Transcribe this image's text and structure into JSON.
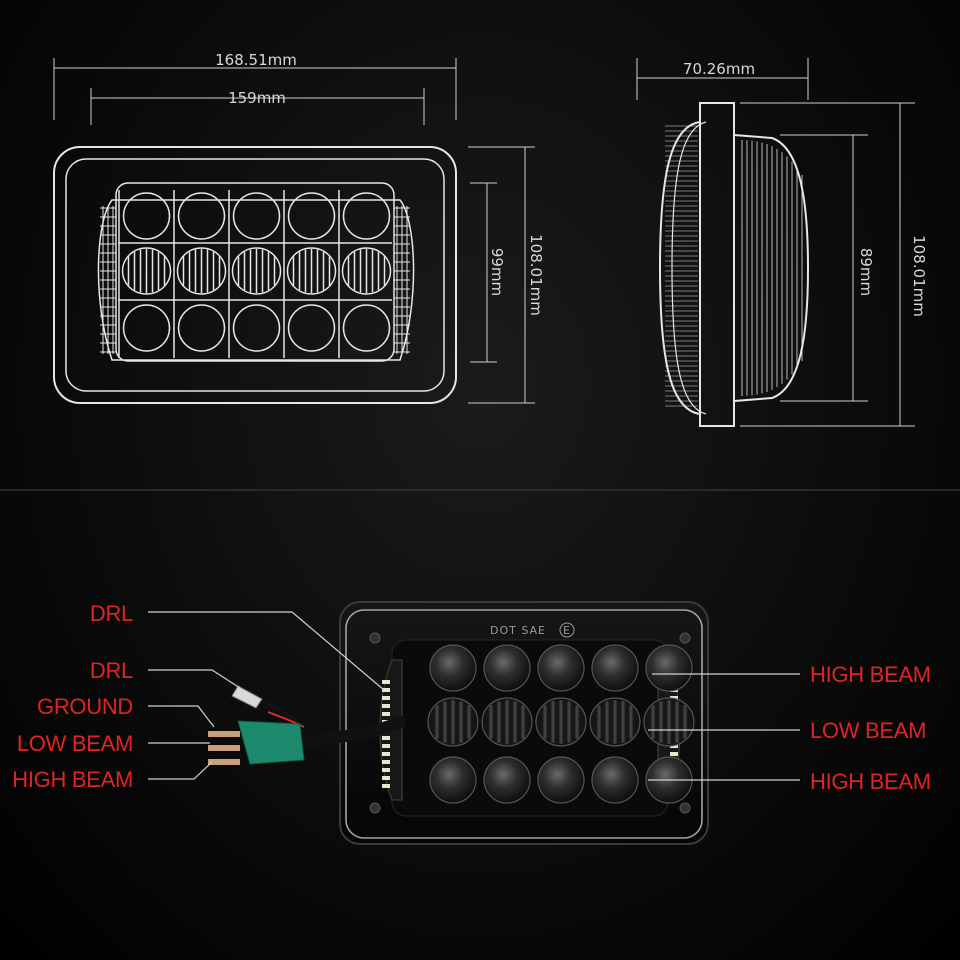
{
  "dimensions": {
    "front_outer_width": "168.51mm",
    "front_inner_width": "159mm",
    "front_outer_height": "108.01mm",
    "front_inner_height": "99mm",
    "side_depth": "70.26mm",
    "side_lens_height": "89mm",
    "side_outer_height": "108.01mm"
  },
  "emblem": {
    "text": "DOT SAE",
    "mark": "E"
  },
  "left_labels": [
    "DRL",
    "DRL",
    "GROUND",
    "LOW BEAM",
    "HIGH BEAM"
  ],
  "right_labels": [
    "HIGH BEAM",
    "LOW BEAM",
    "HIGH BEAM"
  ],
  "colors": {
    "label": "#e02424",
    "line": "#e6e6e6",
    "connector": "#1d8a6e"
  }
}
